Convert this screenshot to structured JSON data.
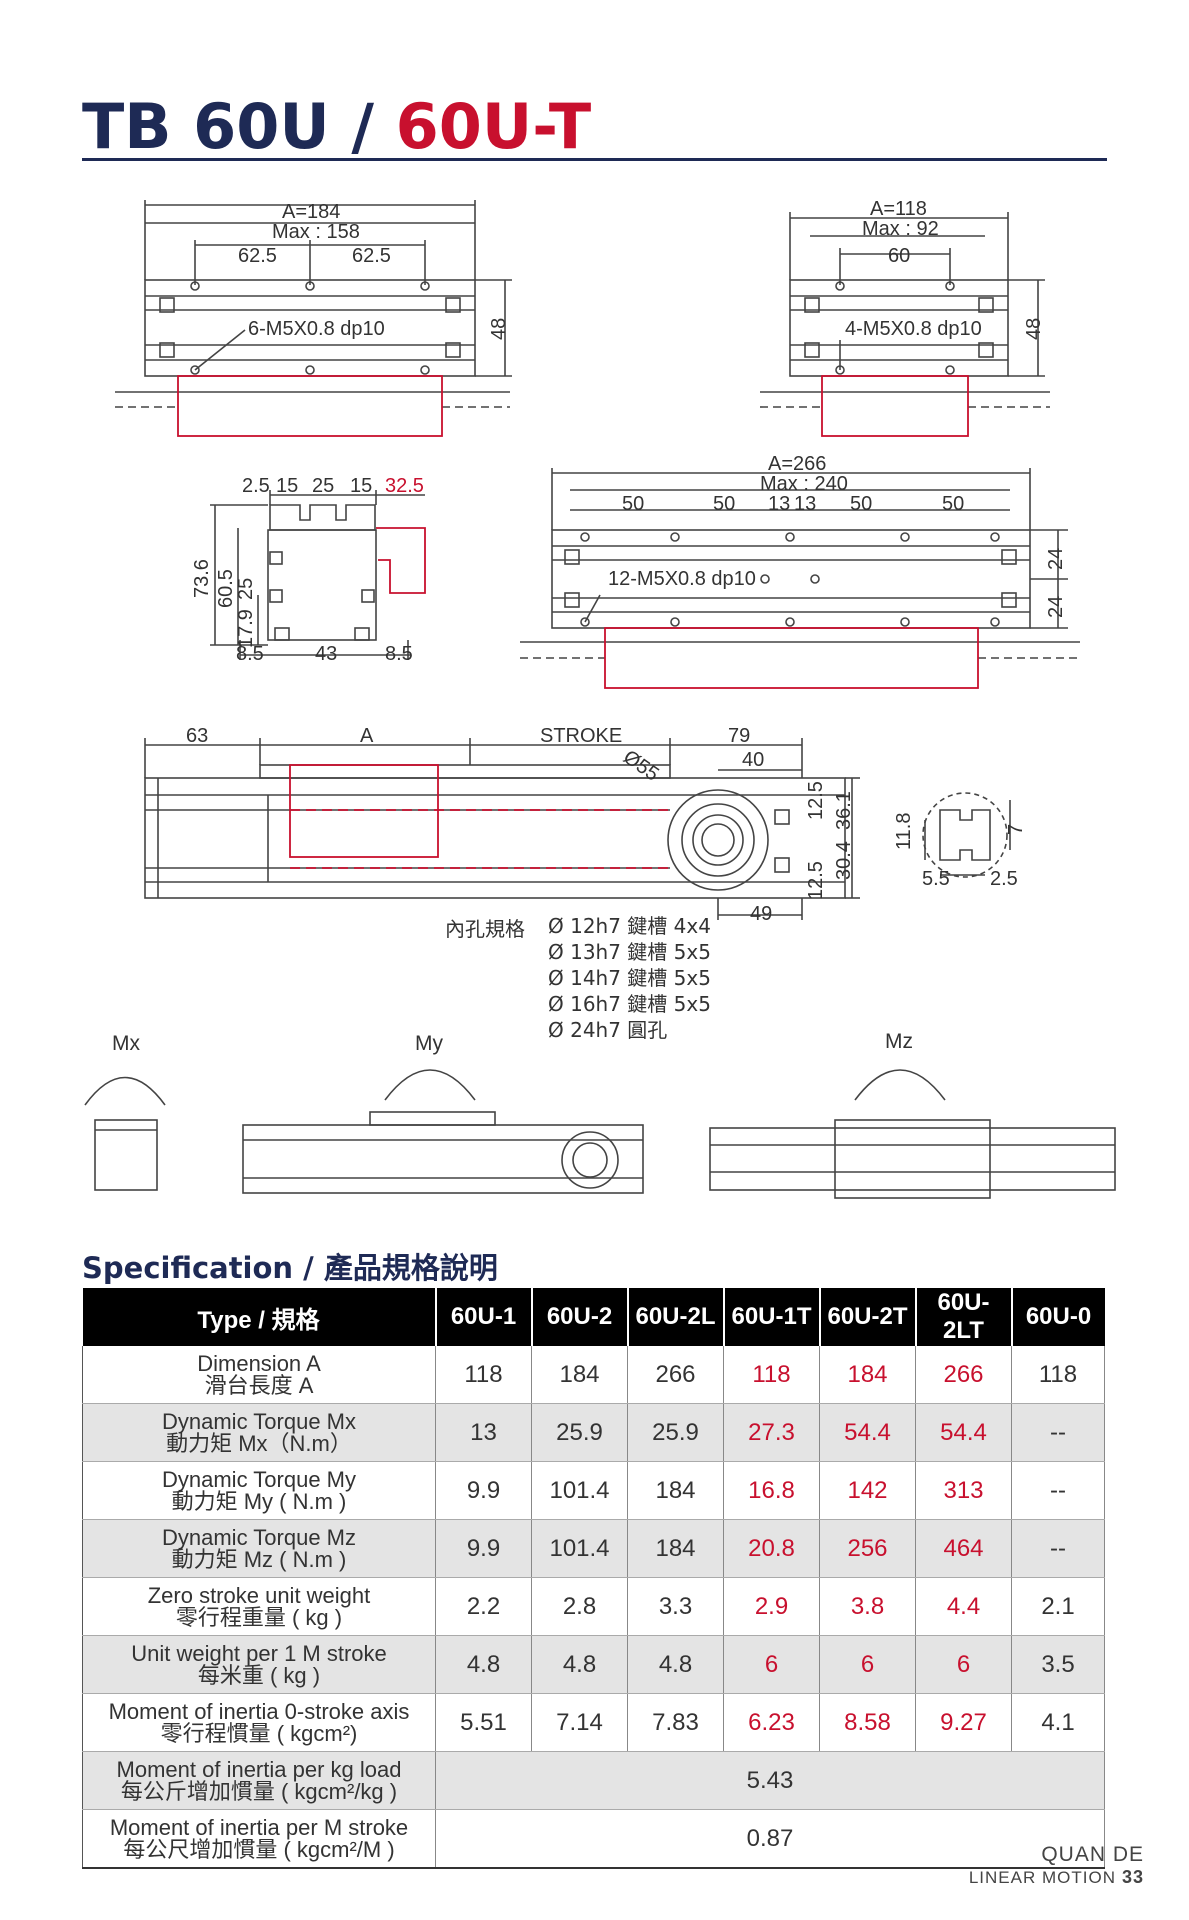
{
  "title": {
    "part1": "TB 60U",
    "sep": " / ",
    "part2": "60U-T"
  },
  "drawings": {
    "top_left": {
      "a": "A=184",
      "max": "Max : 158",
      "d1": "62.5",
      "d2": "62.5",
      "h": "48",
      "holes": "6-M5X0.8 dp10"
    },
    "top_right": {
      "a": "A=118",
      "max": "Max : 92",
      "d1": "60",
      "h": "48",
      "holes": "4-M5X0.8 dp10"
    },
    "section": {
      "t1": "2.5",
      "t2": "15",
      "t3": "25",
      "t4": "15",
      "t5": "32.5",
      "v1": "73.6",
      "v2": "60.5",
      "v3": "25",
      "v4": "17.9",
      "b1": "8.5",
      "b2": "43",
      "b3": "8.5"
    },
    "mid_right": {
      "a": "A=266",
      "max": "Max : 240",
      "d1": "50",
      "d2": "50",
      "d3": "13",
      "d4": "13",
      "d5": "50",
      "d6": "50",
      "h1": "24",
      "h2": "24",
      "holes": "12-M5X0.8 dp10"
    },
    "side": {
      "d1": "63",
      "d2": "A",
      "d3": "STROKE",
      "d4": "79",
      "d5": "40",
      "d6": "Ø55",
      "v1": "12.5",
      "v2": "36.1",
      "v3": "30.4",
      "v4": "12.5",
      "b1": "49"
    },
    "slot": {
      "v1": "11.8",
      "v2": "7",
      "b1": "5.5",
      "b2": "2.5"
    }
  },
  "bore_spec": {
    "label": "內孔規格",
    "items": [
      "Ø 12h7 鍵槽 4x4",
      "Ø 13h7 鍵槽 5x5",
      "Ø 14h7 鍵槽 5x5",
      "Ø 16h7 鍵槽 5x5",
      "Ø 24h7 圓孔"
    ]
  },
  "moments": {
    "mx": "Mx",
    "my": "My",
    "mz": "Mz"
  },
  "spec": {
    "title": "Specification / 產品規格說明",
    "headers": [
      "Type / 規格",
      "60U-1",
      "60U-2",
      "60U-2L",
      "60U-1T",
      "60U-2T",
      "60U-2LT",
      "60U-0"
    ],
    "rows": [
      {
        "en": "Dimension  A",
        "zh": "滑台長度 A",
        "vals": [
          "118",
          "184",
          "266",
          "118",
          "184",
          "266",
          "118"
        ]
      },
      {
        "en": "Dynamic Torque Mx",
        "zh": "動力矩 Mx（N.m）",
        "vals": [
          "13",
          "25.9",
          "25.9",
          "27.3",
          "54.4",
          "54.4",
          "--"
        ]
      },
      {
        "en": "Dynamic Torque My",
        "zh": "動力矩 My ( N.m )",
        "vals": [
          "9.9",
          "101.4",
          "184",
          "16.8",
          "142",
          "313",
          "--"
        ]
      },
      {
        "en": "Dynamic Torque Mz",
        "zh": "動力矩 Mz ( N.m )",
        "vals": [
          "9.9",
          "101.4",
          "184",
          "20.8",
          "256",
          "464",
          "--"
        ]
      },
      {
        "en": "Zero stroke unit weight",
        "zh": "零行程重量 ( kg )",
        "vals": [
          "2.2",
          "2.8",
          "3.3",
          "2.9",
          "3.8",
          "4.4",
          "2.1"
        ]
      },
      {
        "en": "Unit weight per 1 M stroke",
        "zh": "每米重 ( kg )",
        "vals": [
          "4.8",
          "4.8",
          "4.8",
          "6",
          "6",
          "6",
          "3.5"
        ]
      },
      {
        "en": "Moment of inertia 0-stroke axis",
        "zh": "零行程慣量 ( kgcm²)",
        "vals": [
          "5.51",
          "7.14",
          "7.83",
          "6.23",
          "8.58",
          "9.27",
          "4.1"
        ]
      }
    ],
    "merged_rows": [
      {
        "en": "Moment of inertia per kg load",
        "zh": "每公斤增加慣量 ( kgcm²/kg )",
        "val": "5.43"
      },
      {
        "en": "Moment of inertia per M stroke",
        "zh": "每公尺增加慣量 ( kgcm²/M )",
        "val": "0.87"
      }
    ]
  },
  "footer": {
    "brand": "QUAN DE",
    "sub": "LINEAR MOTION",
    "page": "33"
  },
  "colors": {
    "navy": "#1e2a55",
    "red": "#c8102e",
    "black": "#000000",
    "gray_row": "#e4e4e4"
  }
}
